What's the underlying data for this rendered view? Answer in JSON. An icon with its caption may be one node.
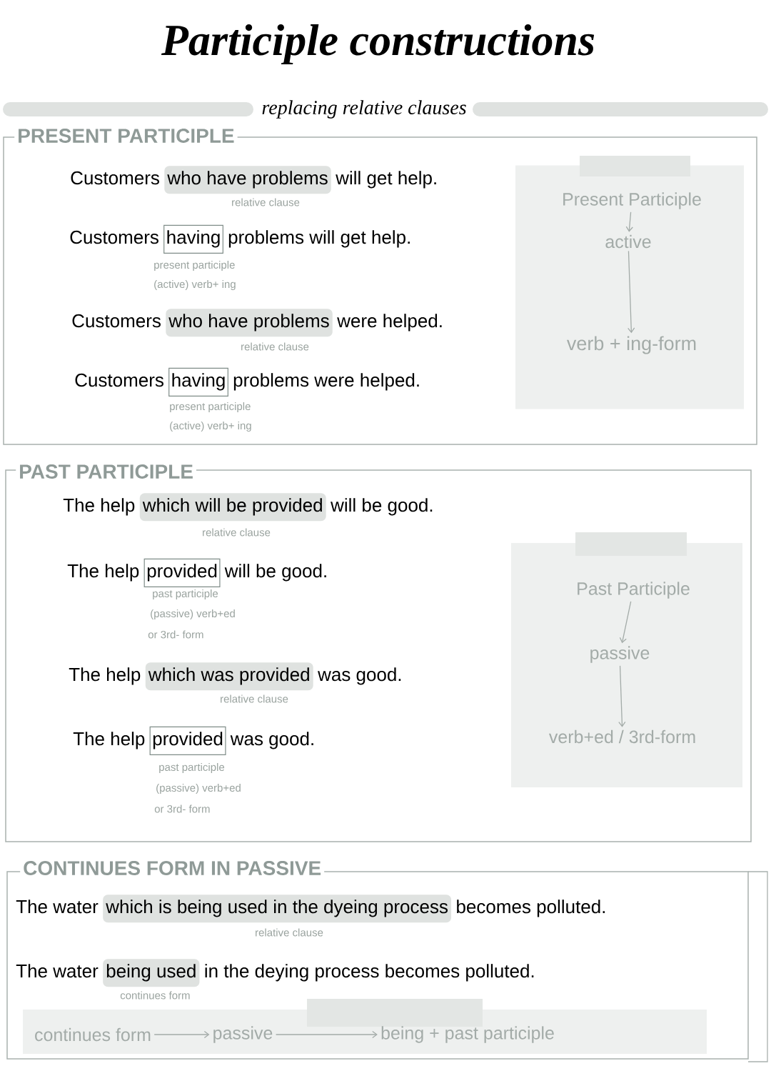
{
  "diagram": {
    "title": "Participle constructions",
    "nodes": [
      {
        "text": [
          "PRESENT PARTICIPLE"
        ]
      },
      {
        "text": [
          "who have problems"
        ],
        "in": 0
      },
      {
        "text": [
          "having"
        ],
        "in": 0
      },
      {
        "text": [
          "who have problems"
        ],
        "in": 0
      },
      {
        "text": [
          "having"
        ],
        "in": 0
      },
      {
        "text": [],
        "shape": "box",
        "in": 0
      },
      {
        "text": [
          "Present Participle"
        ],
        "in": 5
      },
      {
        "text": [
          "active"
        ],
        "in": 5
      },
      {
        "text": [
          "verb + ing-form"
        ],
        "in": 5
      },
      {
        "text": [
          "PAST PARTICIPLE"
        ]
      },
      {
        "text": [
          "which will be provided"
        ],
        "in": 9
      },
      {
        "text": [
          "provided"
        ],
        "in": 9
      },
      {
        "text": [
          "which was provided"
        ],
        "in": 9
      },
      {
        "text": [
          "provided"
        ],
        "in": 9
      },
      {
        "text": [],
        "shape": "box",
        "in": 9
      },
      {
        "text": [
          "Past Participle"
        ],
        "in": 14
      },
      {
        "text": [
          "passive"
        ],
        "in": 14
      },
      {
        "text": [
          "verb+ed / 3rd-form"
        ],
        "in": 14
      },
      {
        "text": [
          "CONTINUES FORM IN PASSIVE"
        ]
      },
      {
        "text": [
          "which is being used in the dyeing process"
        ],
        "in": 18
      },
      {
        "text": [
          "being used"
        ],
        "in": 18
      },
      {
        "text": [],
        "shape": "box",
        "in": 18
      },
      {
        "text": [
          "continues form"
        ],
        "in": 21
      },
      {
        "text": [
          "passive"
        ],
        "in": 21
      },
      {
        "text": [
          "being + past participle"
        ],
        "in": 21
      }
    ],
    "edges": [
      {
        "from": 6,
        "to": 7,
        "arrow": "to"
      },
      {
        "from": 7,
        "to": 8,
        "arrow": "to"
      },
      {
        "from": 15,
        "to": 16,
        "arrow": "to"
      },
      {
        "from": 16,
        "to": 17,
        "arrow": "to"
      },
      {
        "from": 22,
        "to": 23,
        "arrow": "to"
      },
      {
        "from": 23,
        "to": 24,
        "arrow": "to"
      }
    ],
    "labels": [
      "replacing relative clauses",
      "Customers",
      "will get help.",
      "relative clause",
      "Customers",
      "problems will get help.",
      "present participle",
      "(active) verb+ ing",
      "Customers",
      "were helped.",
      "relative clause",
      "Customers",
      "problems were helped.",
      "present participle",
      "(active) verb+ ing",
      "The help",
      "will be good.",
      "relative clause",
      "The help",
      "will be good.",
      "past participle",
      "(passive) verb+ed",
      "or 3rd- form",
      "The help",
      "was good.",
      "relative clause",
      "The help",
      "was good.",
      "past participle",
      "(passive) verb+ed",
      "or 3rd- form",
      "The water",
      "becomes polluted.",
      "relative clause",
      "The water",
      "in the deying process becomes polluted.",
      "continues form"
    ]
  }
}
